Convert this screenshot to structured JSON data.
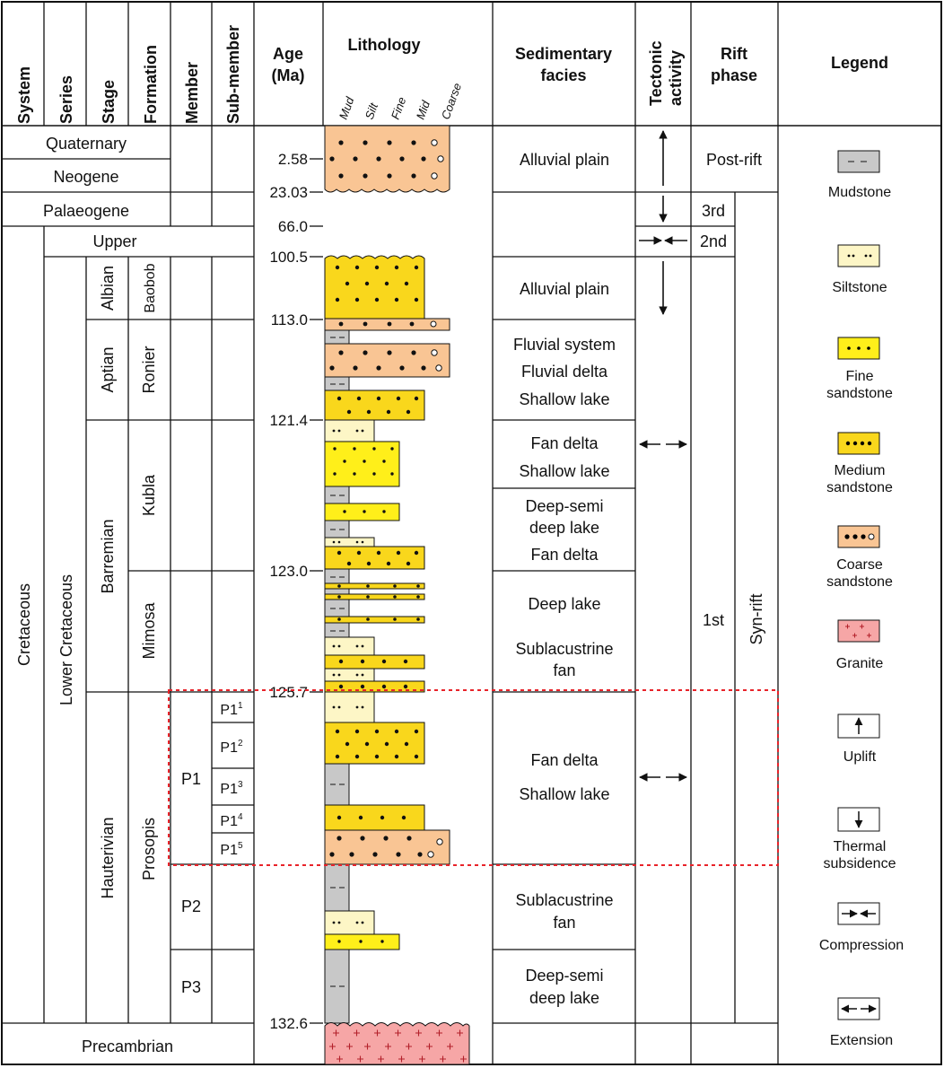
{
  "headers": {
    "system": "System",
    "series": "Series",
    "stage": "Stage",
    "formation": "Formation",
    "member": "Member",
    "submember": "Sub-member",
    "age_l1": "Age",
    "age_l2": "(Ma)",
    "lithology": "Lithology",
    "facies_l1": "Sedimentary",
    "facies_l2": "facies",
    "tectonic_l1": "Tectonic",
    "tectonic_l2": "activity",
    "rift_l1": "Rift",
    "rift_l2": "phase",
    "legend": "Legend"
  },
  "grain_labels": [
    "Mud",
    "Silt",
    "Fine",
    "Mid",
    "Coarse"
  ],
  "periods": {
    "quaternary": "Quaternary",
    "neogene": "Neogene",
    "palaeogene": "Palaeogene",
    "upper": "Upper",
    "precambrian": "Precambrian",
    "cretaceous": "Cretaceous",
    "lower_cretaceous": "Lower Cretaceous"
  },
  "stages": {
    "albian": "Albian",
    "aptian": "Aptian",
    "barremian": "Barremian",
    "hauterivian": "Hauterivian"
  },
  "formations": {
    "baobob": "Baobob",
    "ronier": "Ronier",
    "kubla": "Kubla",
    "mimosa": "Mimosa",
    "prosopis": "Prosopis"
  },
  "members": {
    "p1": "P1",
    "p2": "P2",
    "p3": "P3"
  },
  "submembers": [
    {
      "base": "P1",
      "sup": "1"
    },
    {
      "base": "P1",
      "sup": "2"
    },
    {
      "base": "P1",
      "sup": "3"
    },
    {
      "base": "P1",
      "sup": "4"
    },
    {
      "base": "P1",
      "sup": "5"
    }
  ],
  "ages": [
    "2.58",
    "23.03",
    "66.0",
    "100.5",
    "113.0",
    "121.4",
    "123.0",
    "125.7",
    "132.6"
  ],
  "facies": {
    "alluvial_top": "Alluvial plain",
    "alluvial_albian": "Alluvial plain",
    "fluvial_system": "Fluvial system",
    "fluvial_delta": "Fluvial delta",
    "shallow_lake_aptian": "Shallow lake",
    "fan_delta_kubla": "Fan delta",
    "shallow_lake_kubla": "Shallow lake",
    "deep_semi_1": "Deep-semi",
    "deep_semi_2": "deep lake",
    "fan_delta_kubla2": "Fan delta",
    "deep_lake": "Deep lake",
    "sublacustrine_1": "Sublacustrine",
    "sublacustrine_2": "fan",
    "fan_delta_p1": "Fan delta",
    "shallow_lake_p1": "Shallow lake",
    "sublacustrine_p2_1": "Sublacustrine",
    "sublacustrine_p2_2": "fan",
    "deep_semi_p3_1": "Deep-semi",
    "deep_semi_p3_2": "deep lake"
  },
  "rift": {
    "post_rift": "Post-rift",
    "third": "3rd",
    "second": "2nd",
    "first": "1st",
    "syn_rift": "Syn-rift"
  },
  "legend": {
    "mudstone": "Mudstone",
    "siltstone": "Siltstone",
    "fine_1": "Fine",
    "fine_2": "sandstone",
    "medium_1": "Medium",
    "medium_2": "sandstone",
    "coarse_1": "Coarse",
    "coarse_2": "sandstone",
    "granite": "Granite",
    "uplift": "Uplift",
    "thermal_1": "Thermal",
    "thermal_2": "subsidence",
    "compression": "Compression",
    "extension": "Extension"
  },
  "colors": {
    "mudstone": "#c8c8c8",
    "siltstone": "#fdf6c6",
    "fine_sandstone": "#ffef1a",
    "medium_sandstone": "#f9d71c",
    "coarse_sandstone": "#f9c594",
    "granite": "#f6a6a6",
    "highlight_box": "#e8232a"
  }
}
